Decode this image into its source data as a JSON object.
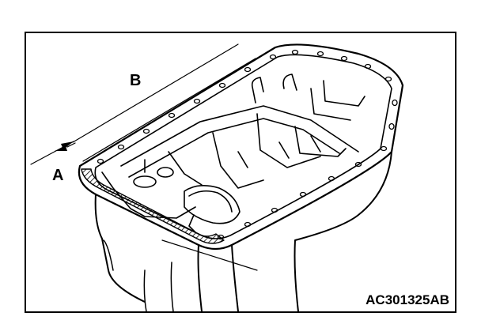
{
  "diagram": {
    "label_a": "A",
    "label_b": "B",
    "code": "AC301325AB"
  },
  "colors": {
    "line": "#000000",
    "background": "#ffffff"
  }
}
